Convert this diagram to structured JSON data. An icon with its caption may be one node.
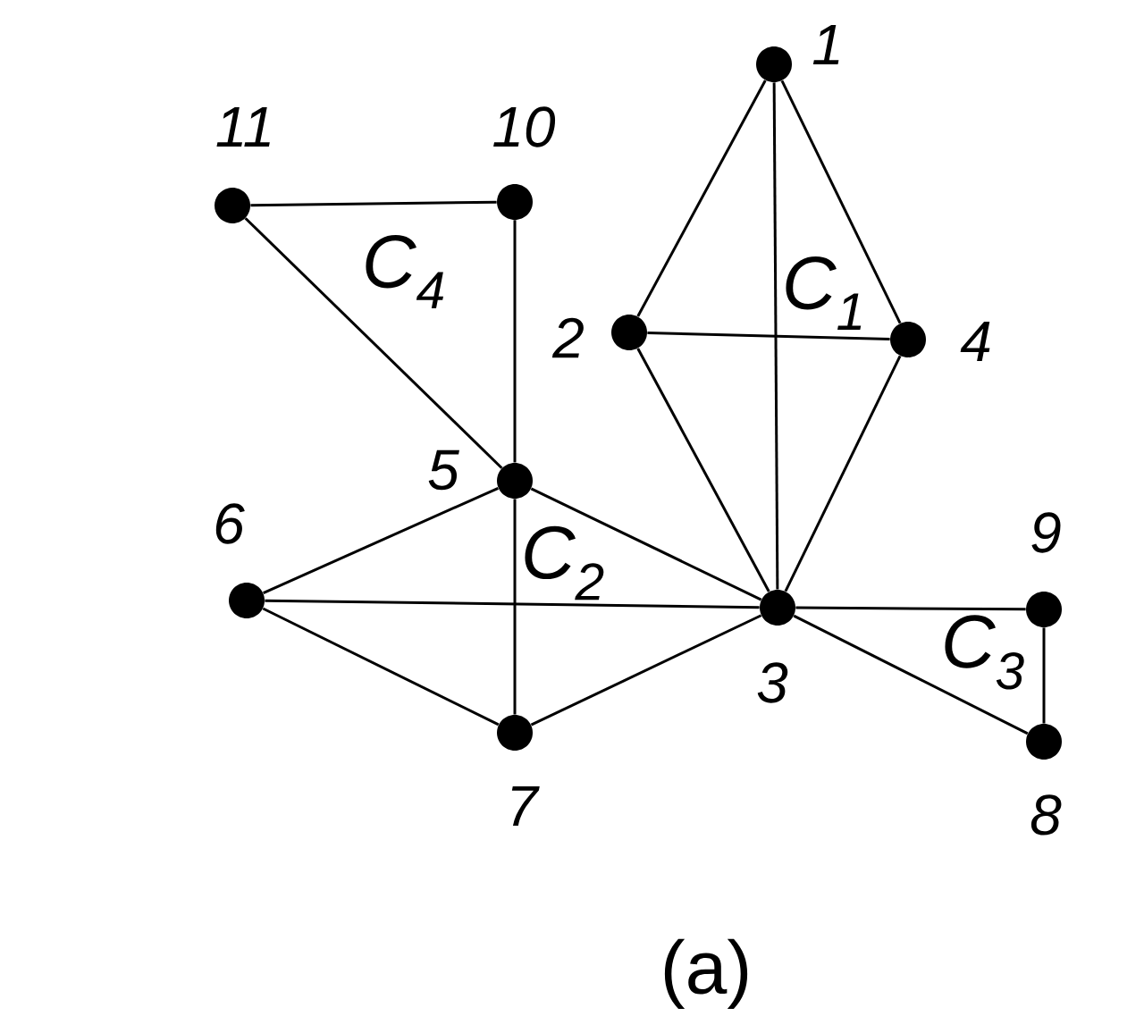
{
  "diagram": {
    "caption": "(a)",
    "nodes": [
      {
        "text": [],
        "shape": "circle",
        "beside": [
          "1"
        ]
      },
      {
        "text": [],
        "shape": "circle",
        "beside": [
          "2"
        ]
      },
      {
        "text": [],
        "shape": "circle",
        "beside": [
          "3"
        ]
      },
      {
        "text": [],
        "shape": "circle",
        "beside": [
          "4"
        ]
      },
      {
        "text": [],
        "shape": "circle",
        "beside": [
          "5"
        ]
      },
      {
        "text": [],
        "shape": "circle",
        "beside": [
          "6"
        ]
      },
      {
        "text": [],
        "shape": "circle",
        "beside": [
          "7"
        ]
      },
      {
        "text": [],
        "shape": "circle",
        "beside": [
          "8"
        ]
      },
      {
        "text": [],
        "shape": "circle",
        "beside": [
          "9"
        ]
      },
      {
        "text": [],
        "shape": "circle",
        "beside": [
          "10"
        ]
      },
      {
        "text": [],
        "shape": "circle",
        "beside": [
          "11"
        ]
      }
    ],
    "edges": [
      {
        "from": 0,
        "to": 1,
        "arrow": "none"
      },
      {
        "from": 0,
        "to": 3,
        "arrow": "none"
      },
      {
        "from": 0,
        "to": 2,
        "arrow": "none"
      },
      {
        "from": 1,
        "to": 3,
        "arrow": "none"
      },
      {
        "from": 1,
        "to": 2,
        "arrow": "none"
      },
      {
        "from": 3,
        "to": 2,
        "arrow": "none"
      },
      {
        "from": 10,
        "to": 9,
        "arrow": "none"
      },
      {
        "from": 10,
        "to": 4,
        "arrow": "none"
      },
      {
        "from": 9,
        "to": 4,
        "arrow": "none"
      },
      {
        "from": 4,
        "to": 5,
        "arrow": "none"
      },
      {
        "from": 4,
        "to": 2,
        "arrow": "none"
      },
      {
        "from": 4,
        "to": 6,
        "arrow": "none"
      },
      {
        "from": 5,
        "to": 2,
        "arrow": "none"
      },
      {
        "from": 5,
        "to": 6,
        "arrow": "none"
      },
      {
        "from": 6,
        "to": 2,
        "arrow": "none"
      },
      {
        "from": 2,
        "to": 8,
        "arrow": "none"
      },
      {
        "from": 2,
        "to": 7,
        "arrow": "none"
      },
      {
        "from": 8,
        "to": 7,
        "arrow": "none"
      }
    ],
    "labels": [
      "C$_{4}$",
      "C$_{1}$",
      "C$_{2}$",
      "C$_{3}$"
    ]
  }
}
